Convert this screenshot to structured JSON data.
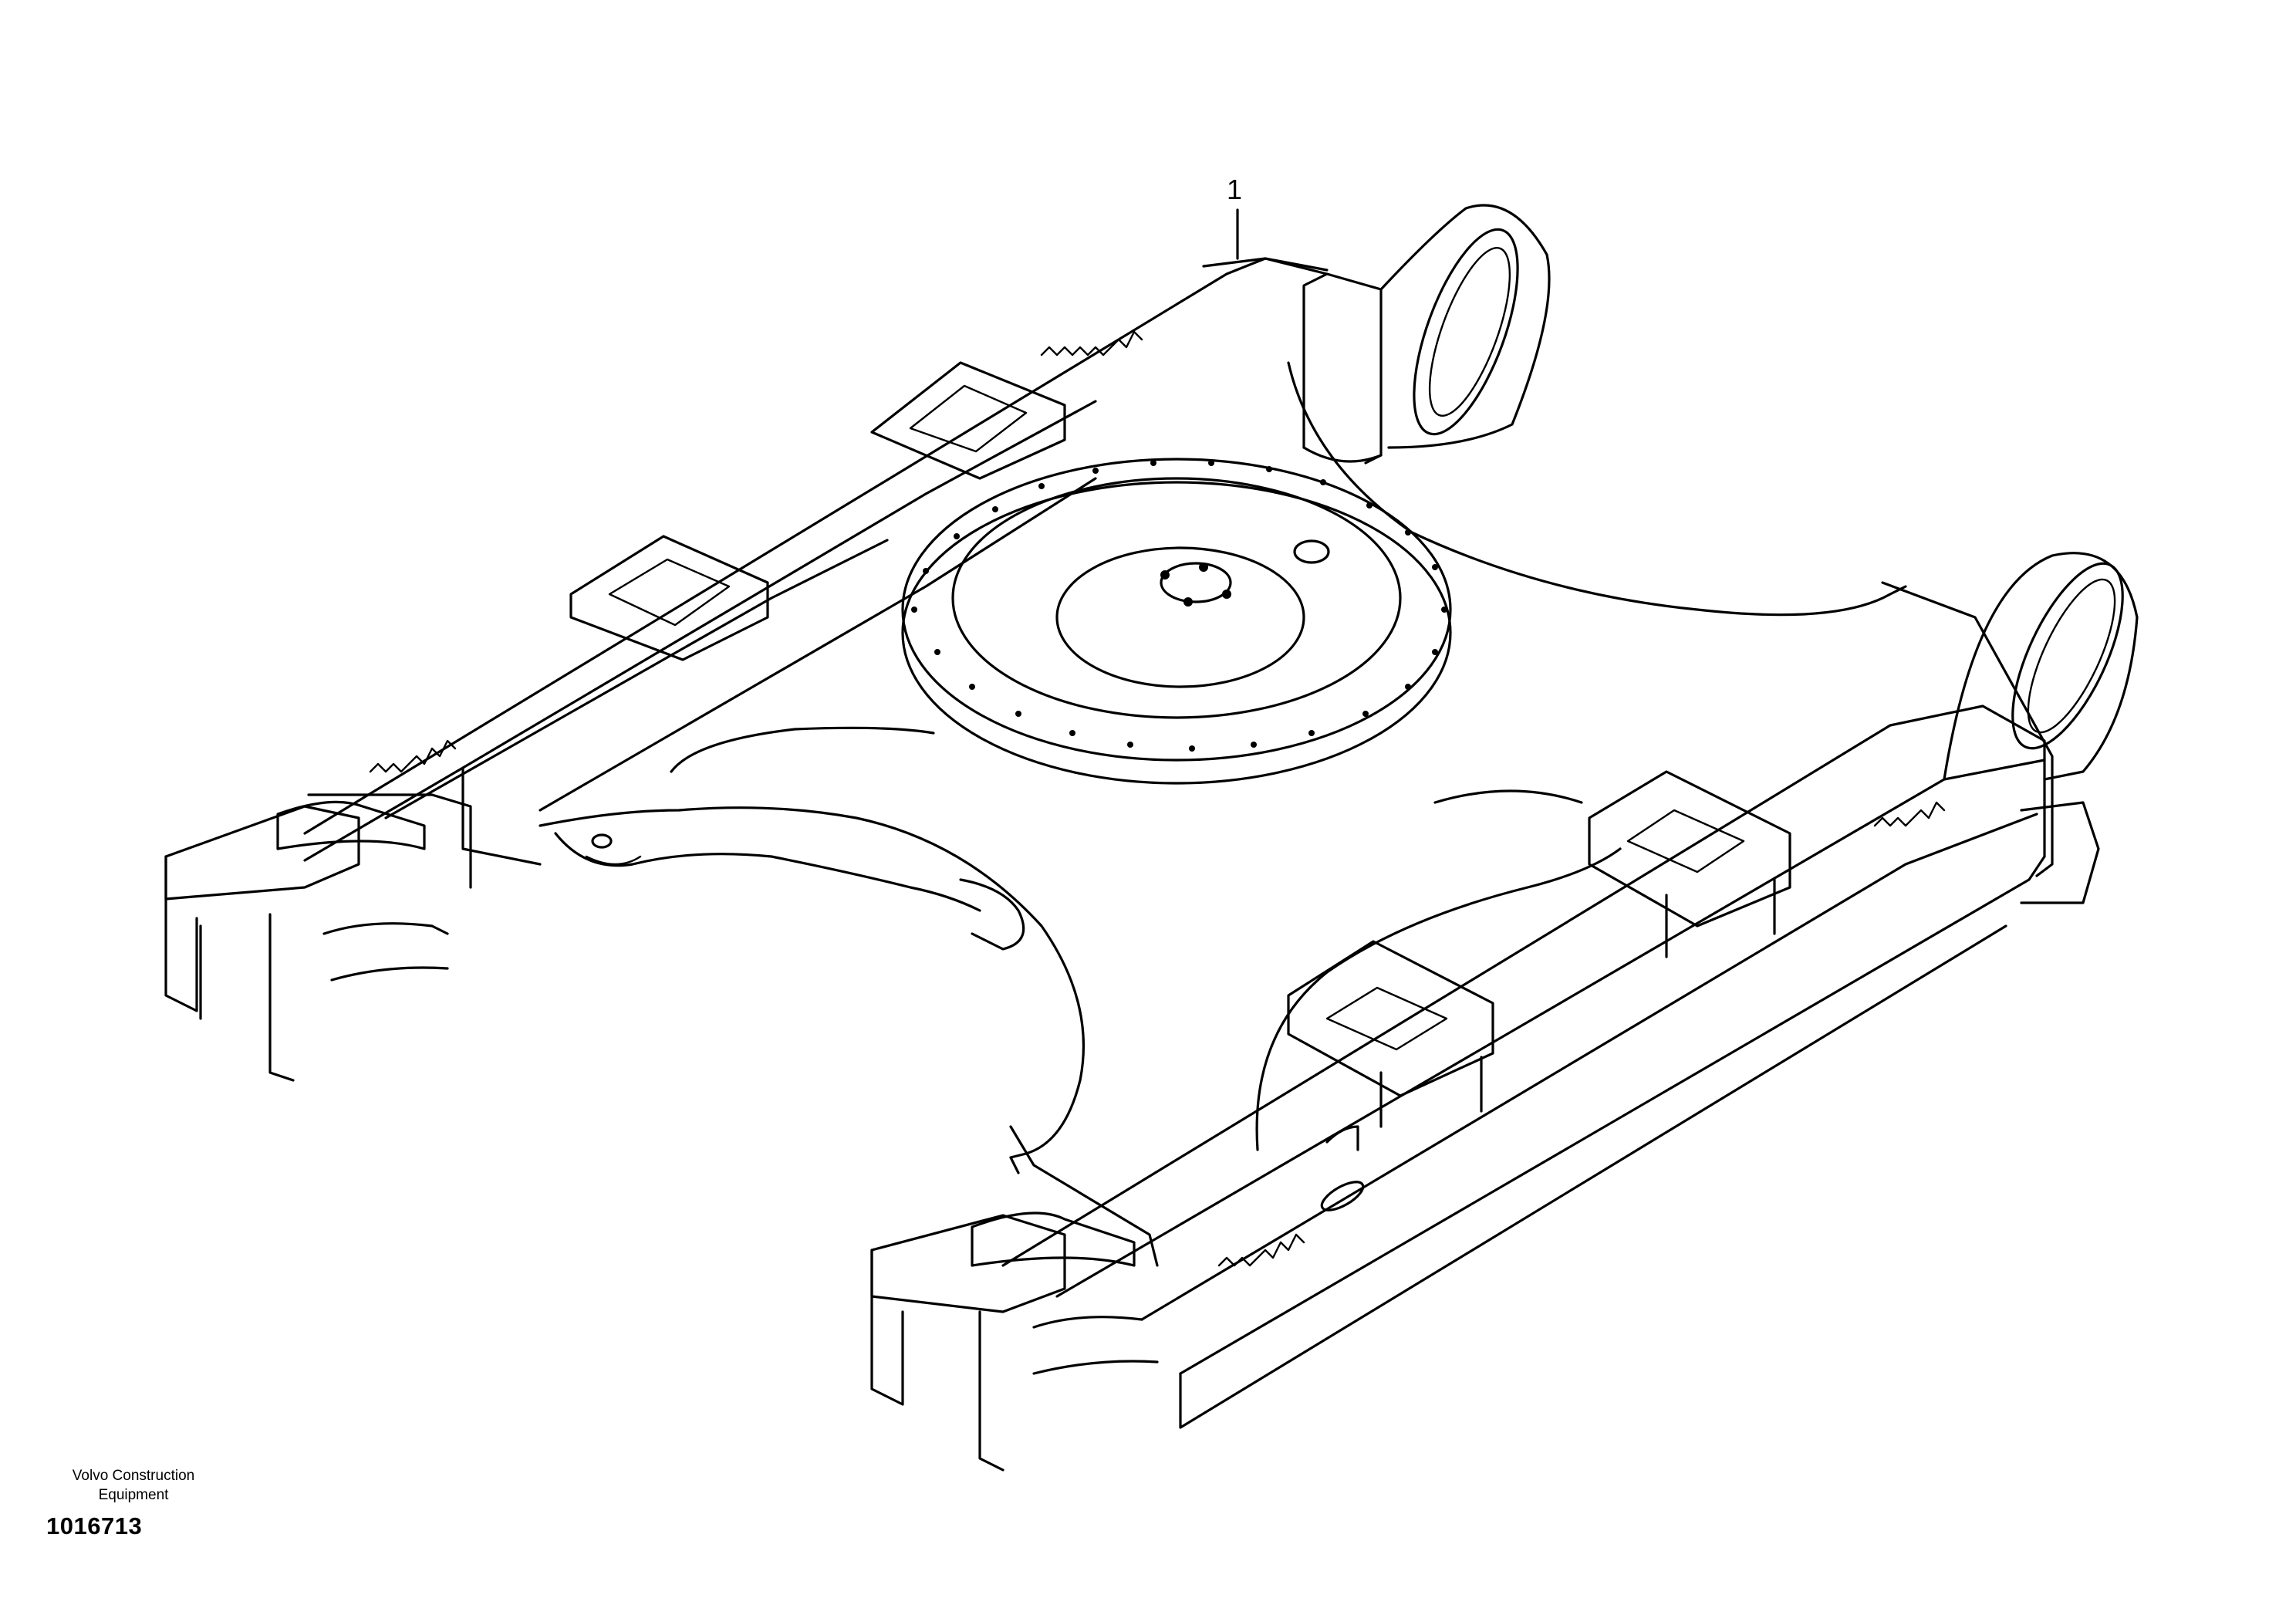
{
  "callouts": [
    {
      "label": "1"
    }
  ],
  "publisher": {
    "line1": "Volvo Construction",
    "line2": "Equipment"
  },
  "image_number": "1016713"
}
